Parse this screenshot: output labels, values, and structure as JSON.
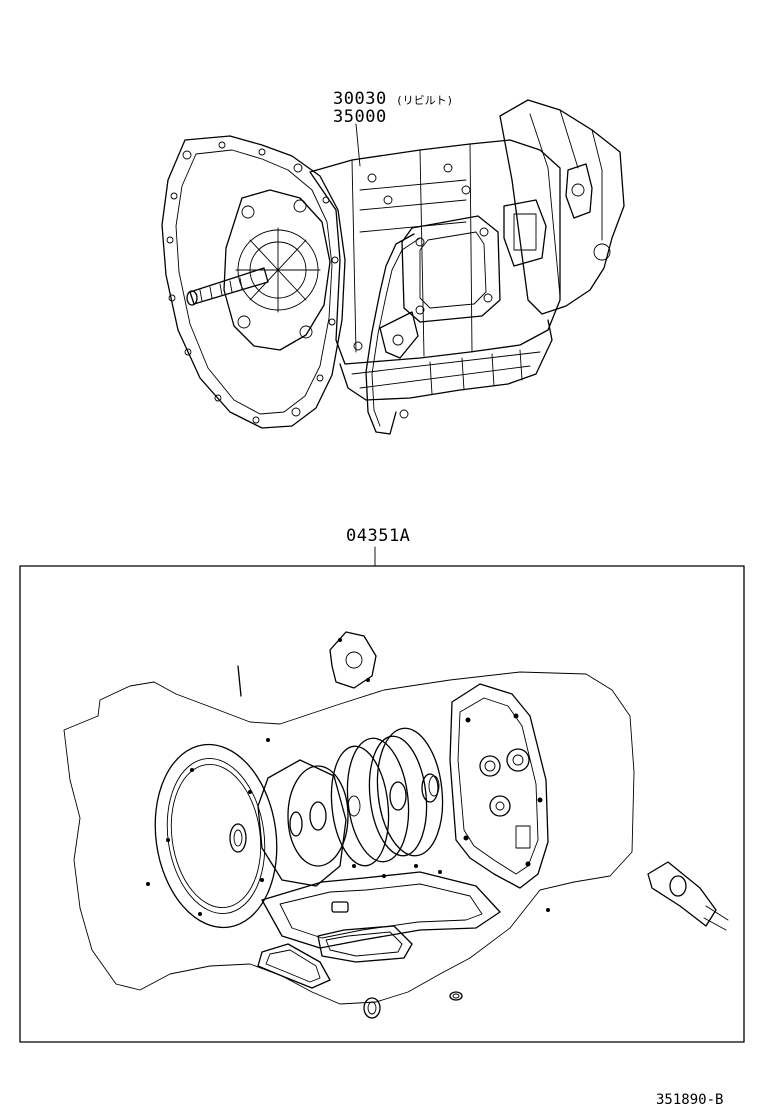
{
  "callouts": {
    "assembly_part_1": "30030",
    "assembly_part_1_note": "(リビルト)",
    "assembly_part_2": "35000",
    "gasket_kit_part": "04351A"
  },
  "footer": {
    "illustration_number": "351890-B"
  }
}
